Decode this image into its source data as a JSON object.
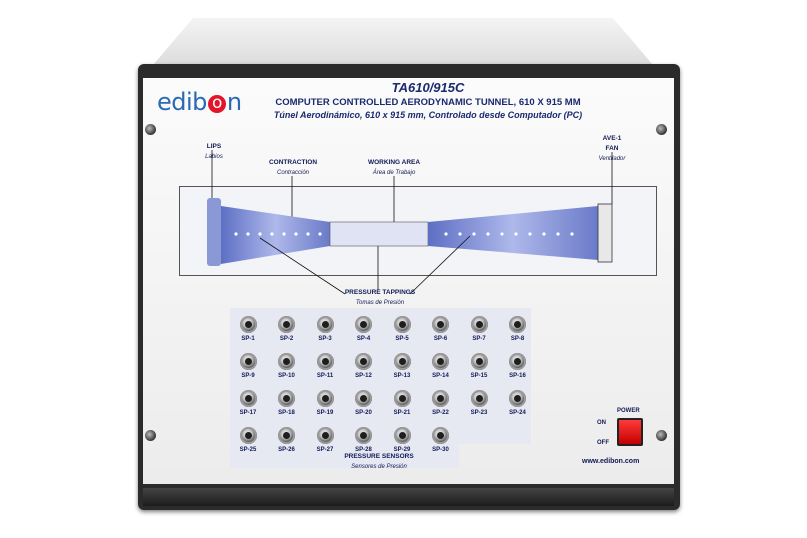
{
  "brand": {
    "logo_prefix": "edib",
    "logo_o": "o",
    "logo_suffix": "n",
    "url": "www.edibon.com"
  },
  "title": {
    "model": "TA610/915C",
    "english": "COMPUTER CONTROLLED AERODYNAMIC TUNNEL, 610 X 915 MM",
    "spanish": "Túnel Aerodinámico, 610 x 915 mm, Controlado desde Computador (PC)"
  },
  "labels": {
    "lips": {
      "en": "LIPS",
      "es": "Labios"
    },
    "contraction": {
      "en": "CONTRACTION",
      "es": "Contracción"
    },
    "working_area": {
      "en": "WORKING AREA",
      "es": "Área de Trabajo"
    },
    "fan": {
      "code": "AVE-1",
      "en": "FAN",
      "es": "Ventilador"
    },
    "pressure_tappings": {
      "en": "PRESSURE TAPPINGS",
      "es": "Tomas de Presión"
    },
    "pressure_sensors": {
      "en": "PRESSURE SENSORS",
      "es": "Sensores de Presión"
    }
  },
  "power": {
    "label": "POWER",
    "on": "ON",
    "off": "OFF"
  },
  "sensors": [
    "SP-1",
    "SP-2",
    "SP-3",
    "SP-4",
    "SP-5",
    "SP-6",
    "SP-7",
    "SP-8",
    "SP-9",
    "SP-10",
    "SP-11",
    "SP-12",
    "SP-13",
    "SP-14",
    "SP-15",
    "SP-16",
    "SP-17",
    "SP-18",
    "SP-19",
    "SP-20",
    "SP-21",
    "SP-22",
    "SP-23",
    "SP-24",
    "SP-25",
    "SP-26",
    "SP-27",
    "SP-28",
    "SP-29",
    "SP-30"
  ],
  "colors": {
    "panel_text": "#111a55",
    "logo_blue": "#2a6ab5",
    "logo_red": "#e4142a",
    "power_red": "#e00000"
  }
}
